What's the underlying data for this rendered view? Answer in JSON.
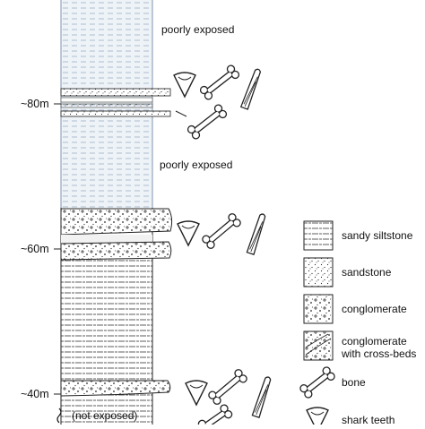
{
  "diagram": {
    "depth_marks": [
      "~80m",
      "~60m",
      "~40m"
    ],
    "unit_notes": {
      "poorly_exposed_top": "poorly exposed",
      "poorly_exposed_mid": "poorly exposed",
      "not_exposed": "(not exposed)"
    },
    "legend": [
      {
        "key": "sandy_siltstone",
        "label": "sandy siltstone"
      },
      {
        "key": "sandstone",
        "label": "sandstone"
      },
      {
        "key": "conglomerate",
        "label": "conglomerate"
      },
      {
        "key": "conglomerate_cross_beds",
        "label": "conglomerate\nwith cross-beds"
      },
      {
        "key": "bone",
        "label": "bone"
      },
      {
        "key": "shark_teeth",
        "label": "shark teeth"
      }
    ]
  }
}
